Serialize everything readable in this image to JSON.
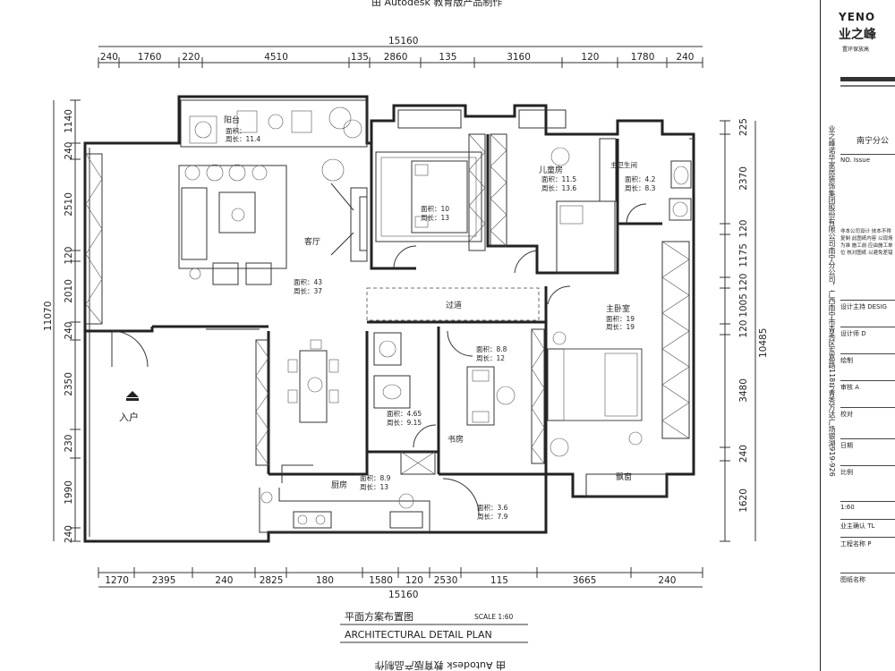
{
  "watermark": {
    "top": "由 Autodesk 教育版产品制作",
    "bottom": "由 Autodesk 教育版产品制作"
  },
  "dimensions": {
    "top_total": "15160",
    "top_segments": [
      "240",
      "1760",
      "220",
      "4510",
      "135",
      "2860",
      "135",
      "3160",
      "120",
      "1780",
      "240"
    ],
    "bottom_total": "15160",
    "bottom_segments": [
      "1270",
      "2395",
      "240",
      "2825",
      "180",
      "1580",
      "120",
      "2530",
      "115",
      "3665",
      "240"
    ],
    "left_total": "11070",
    "left_segments": [
      "1140",
      "240",
      "2510",
      "120",
      "2010",
      "240",
      "2350",
      "230",
      "1990",
      "240"
    ],
    "right_total": "10485",
    "right_segments": [
      "225",
      "2370",
      "120",
      "1175",
      "120",
      "1005",
      "120",
      "3480",
      "240",
      "1620"
    ]
  },
  "rooms": {
    "balcony": {
      "name": "阳台",
      "area": "面积：",
      "perimeter": "周长：11.4"
    },
    "living": {
      "name": "客厅",
      "area": "面积：43",
      "perimeter": "周长：37"
    },
    "bedroom2": {
      "area": "面积：10",
      "perimeter": "周长：13"
    },
    "kids": {
      "name": "儿童房",
      "area": "面积：11.5",
      "perimeter": "周长：13.6"
    },
    "master_bath": {
      "name": "主卫生间",
      "area": "面积：4.2",
      "perimeter": "周长：8.3"
    },
    "corridor": {
      "name": "过道"
    },
    "master": {
      "name": "主卧室",
      "area": "面积：19",
      "perimeter": "周长：19"
    },
    "study": {
      "name": "书房",
      "area": "面积：8.8",
      "perimeter": "周长：12"
    },
    "bath": {
      "area": "面积：4.65",
      "perimeter": "周长：9.15"
    },
    "kitchen": {
      "name": "厨房",
      "area": "面积：8.9",
      "perimeter": "周长：13"
    },
    "service": {
      "area": "面积：3.6",
      "perimeter": "周长：7.9"
    },
    "bay": {
      "name": "飘窗"
    },
    "entry": {
      "name": "入户"
    }
  },
  "caption": {
    "title_cn": "平面方案布置图",
    "scale": "SCALE  1:60",
    "title_en": "ARCHITECTURAL DETAIL  PLAN"
  },
  "titleblock": {
    "brand": "YENO",
    "brand_cn": "业之峰",
    "slogan": "置环保放高",
    "branch": "南宁分公",
    "vertical_text": "业之峰诺华家居装饰集团股份有限公司南宁分公司，广西南宁市青秀区东葛路118号青秀万达广场银湖919-926",
    "no_label": "NO.",
    "issue": "Issue",
    "notes": "非本公司设计 技本不得复制 此图纸内容 以现场为准 施工前 应由施工单位 核对图纸 以避免差错",
    "rows": [
      "设计主持 DESIG",
      "设计师 D",
      "绘制",
      "审核 A",
      "校对",
      "日期",
      "比例",
      "1:60",
      "业主确认 TL",
      "工程名称 P",
      "图纸名称"
    ]
  },
  "icons": [
    "entry-arrow-icon",
    "sink-icon",
    "toilet-icon",
    "stove-icon",
    "bed-icon"
  ]
}
